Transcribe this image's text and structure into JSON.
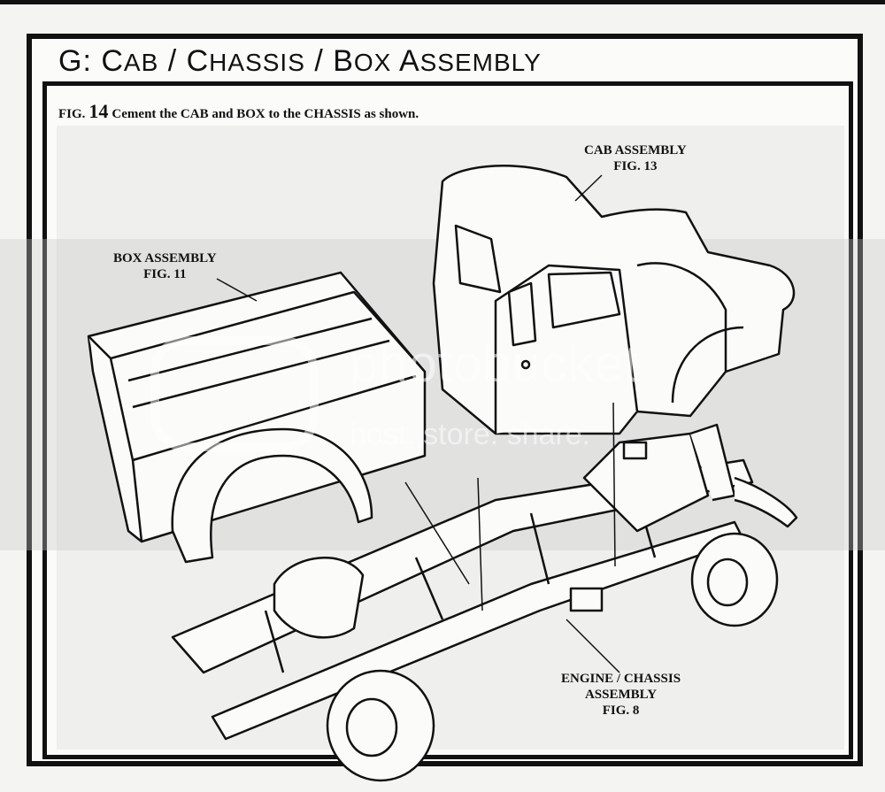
{
  "header": {
    "title_prefix": "G: C",
    "title_parts": [
      "AB",
      " / C",
      "HASSIS",
      " / B",
      "OX",
      " A",
      "SSEMBLY"
    ]
  },
  "figure": {
    "fig_label": "FIG.",
    "fig_number": "14",
    "instruction": "Cement the CAB and BOX to the CHASSIS as shown."
  },
  "callouts": {
    "cab": {
      "line1": "CAB ASSEMBLY",
      "line2": "FIG. 13"
    },
    "box": {
      "line1": "BOX ASSEMBLY",
      "line2": "FIG. 11"
    },
    "engine": {
      "line1": "ENGINE / CHASSIS",
      "line2": "ASSEMBLY",
      "line3": "FIG. 8"
    }
  },
  "watermark": {
    "brand": "photobucket",
    "tagline": "host. store. share."
  }
}
